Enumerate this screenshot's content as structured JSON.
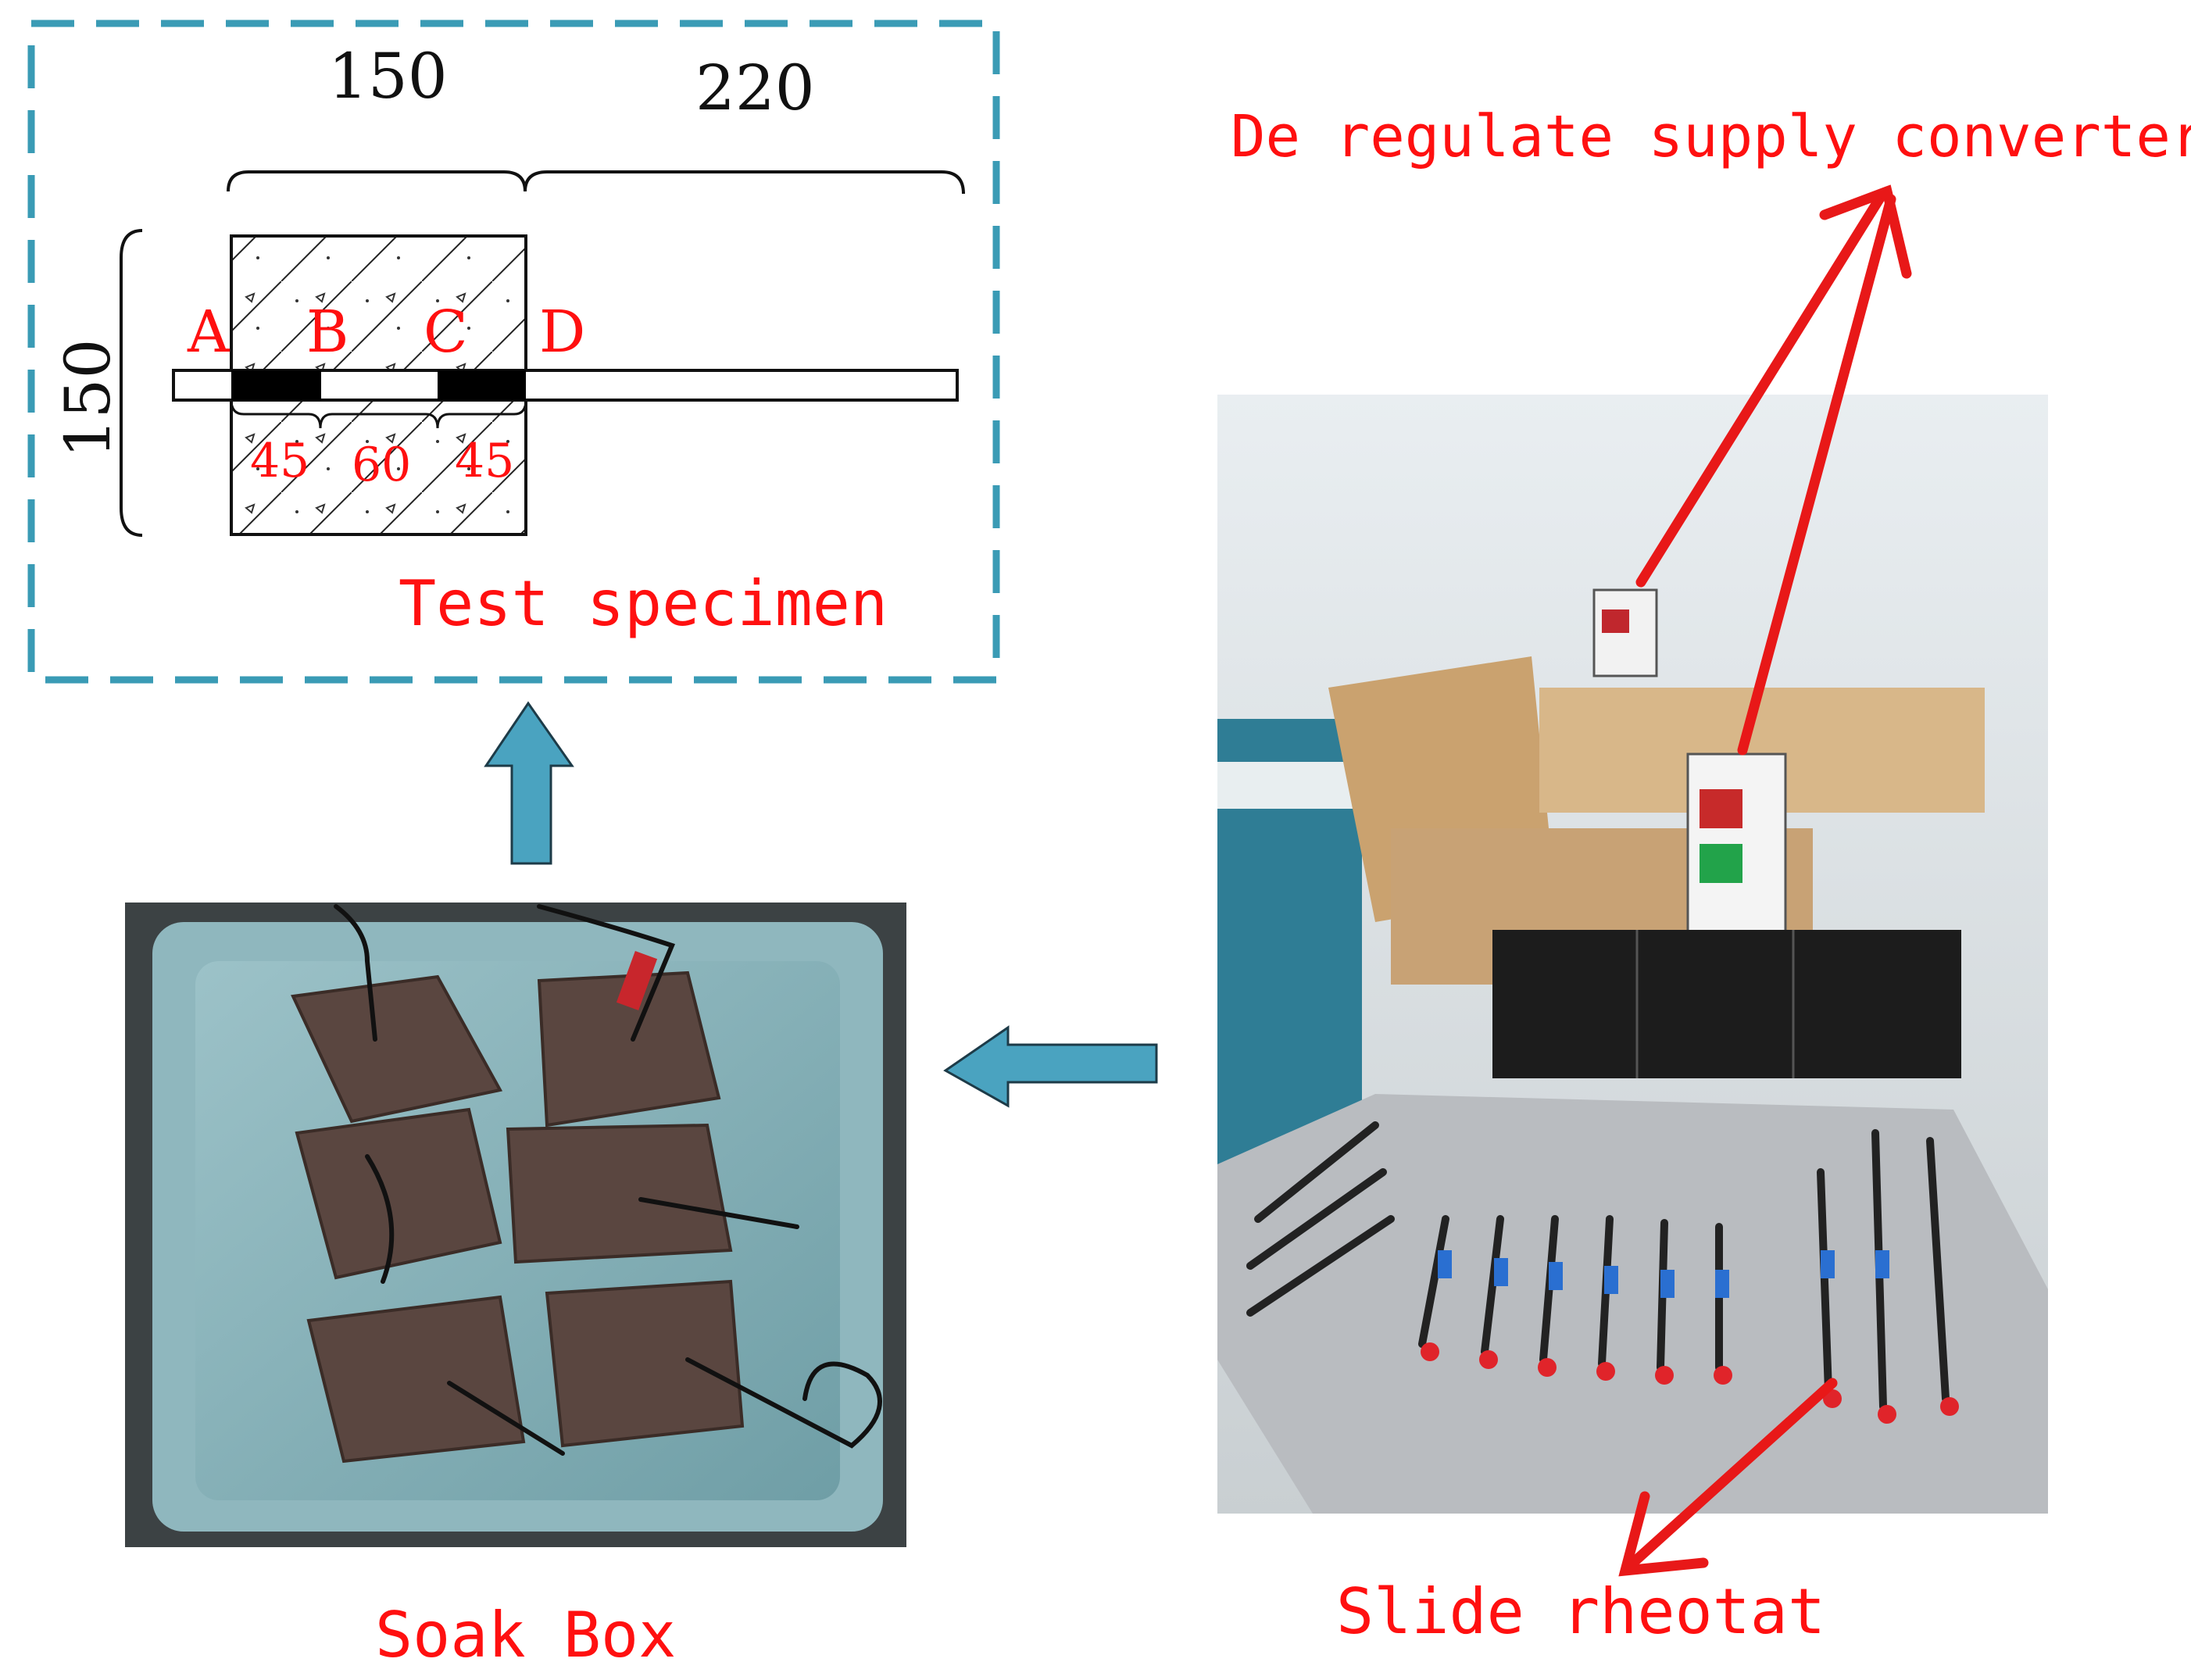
{
  "schematic": {
    "dimension_top_left": "150",
    "dimension_top_right": "220",
    "dimension_side": "150",
    "point_labels": [
      "A",
      "B",
      "C",
      "D"
    ],
    "segment_labels": [
      "45",
      "60",
      "45"
    ],
    "caption": "Test specimen"
  },
  "photos": {
    "soak_box_caption": "Soak Box",
    "power_supply_label": "De regulate supply converter",
    "rheostat_label": "Slide rheotat"
  },
  "colors": {
    "dashed_frame": "#3a9bb5",
    "flow_arrow_fill": "#4aa3c0",
    "label_red": "#ff1010",
    "pointer_arrow": "#e81818"
  }
}
